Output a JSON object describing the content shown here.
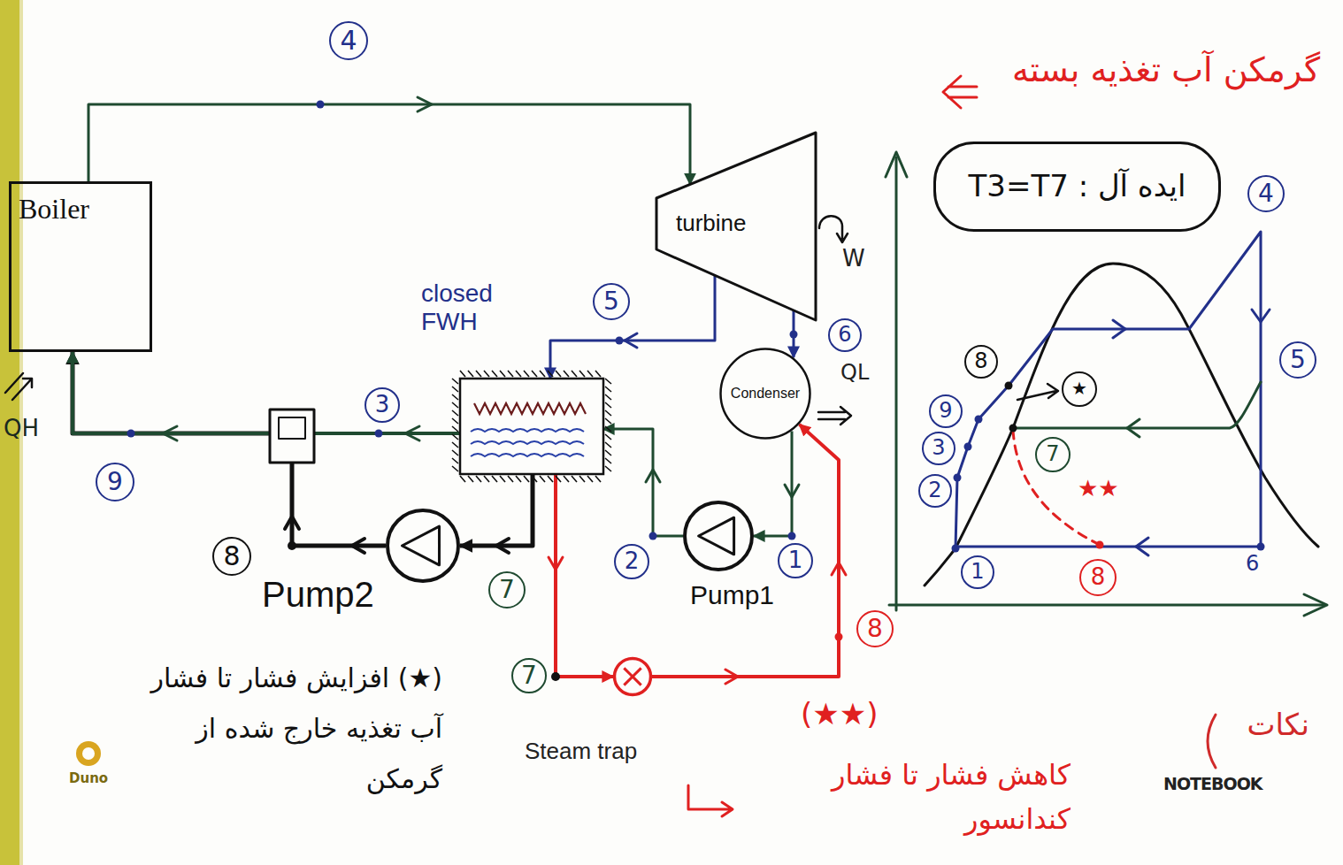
{
  "diagram": {
    "nodes": [
      {
        "text": [
          "Boiler"
        ]
      },
      {
        "text": [
          "turbine"
        ]
      },
      {
        "text": [
          "closed FWH"
        ]
      },
      {
        "text": [
          "Condenser"
        ]
      },
      {
        "text": [
          "Pump1"
        ]
      },
      {
        "text": [
          "Pump2"
        ]
      },
      {
        "text": [
          "Steam trap"
        ]
      },
      {
        "text": [
          "ایده آل : T3=T7"
        ]
      }
    ],
    "edges": [
      {
        "from": 0,
        "to": 1,
        "arrow": "to"
      },
      {
        "from": 1,
        "to": 2,
        "arrow": "to"
      },
      {
        "from": 1,
        "to": 3,
        "arrow": "to"
      },
      {
        "from": 3,
        "to": 4,
        "arrow": "to"
      },
      {
        "from": 4,
        "to": 2,
        "arrow": "to"
      },
      {
        "from": 2,
        "to": 5,
        "arrow": "to"
      },
      {
        "from": 2,
        "to": 6,
        "arrow": "to"
      },
      {
        "from": 6,
        "to": 3,
        "arrow": "to"
      },
      {
        "from": 2,
        "to": 0,
        "arrow": "to"
      },
      {
        "from": 5,
        "to": 0,
        "arrow": "to"
      }
    ],
    "labels": [
      "4",
      "QH",
      "W",
      "5",
      "6",
      "QL",
      "3",
      "9",
      "8",
      "7",
      "2",
      "1",
      "7",
      "8",
      "(★) افزایش فشار تا فشار آب تغذیه خارج شده از گرمکن",
      "(★★)",
      "کاهش فشار تا فشار کندانسور",
      "Duno",
      "گرمکن آب تغذیه بسته",
      "نکات",
      "NOTEBOOK",
      "4",
      "5",
      "6",
      "1",
      "8",
      "8",
      "9",
      "3",
      "2",
      "7",
      "★",
      "★★"
    ]
  }
}
